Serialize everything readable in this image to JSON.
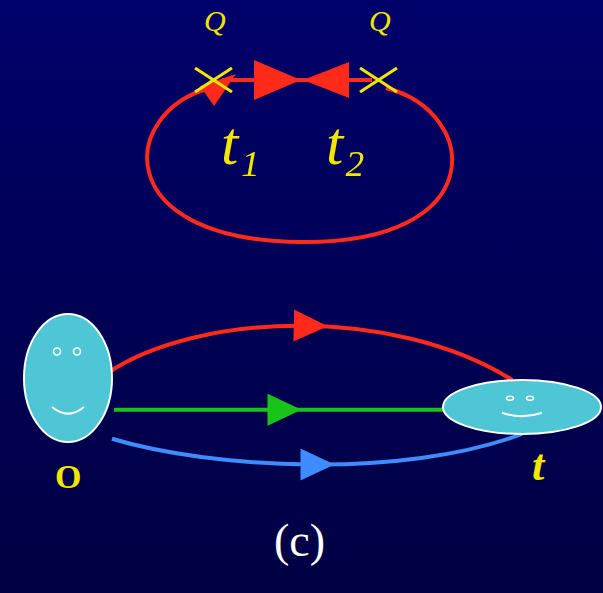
{
  "diagram": {
    "nodes": [
      {
        "text": [
          "O"
        ]
      },
      {
        "text": [
          "t"
        ]
      }
    ],
    "edges": [
      {
        "from": 0,
        "to": 1,
        "arrow": "to"
      },
      {
        "from": 0,
        "to": 1,
        "arrow": "to"
      },
      {
        "from": 0,
        "to": 1,
        "arrow": "to"
      }
    ],
    "labels": [
      "Q",
      "Q",
      "t₁",
      "t₂",
      "(c)"
    ]
  }
}
